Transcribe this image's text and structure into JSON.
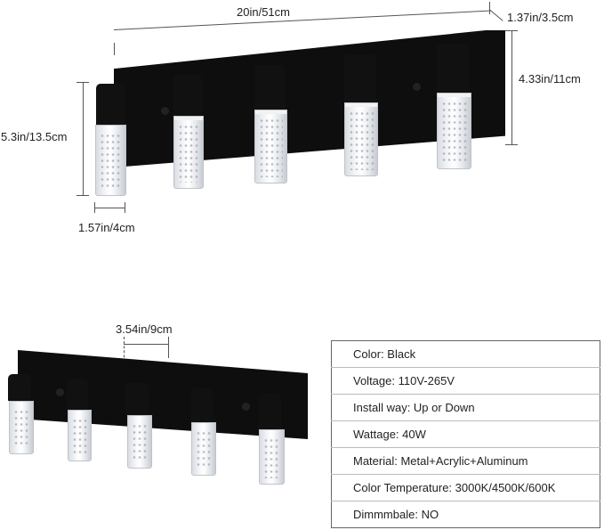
{
  "top_view": {
    "dimensions": {
      "width": "20in/51cm",
      "depth": "1.37in/3.5cm",
      "plate_height": "4.33in/11cm",
      "total_height": "5.3in/13.5cm",
      "shade_width": "1.57in/4cm"
    },
    "light_count": 5
  },
  "bottom_view": {
    "dimensions": {
      "spacing": "3.54in/9cm"
    },
    "light_count": 5
  },
  "spec_table": {
    "rows": [
      "Color: Black",
      "Voltage: 110V-265V",
      "Install way: Up or Down",
      "Wattage: 40W",
      "Material: Metal+Acrylic+Aluminum",
      "Color Temperature: 3000K/4500K/600K",
      "Dimmmbale: NO"
    ]
  }
}
